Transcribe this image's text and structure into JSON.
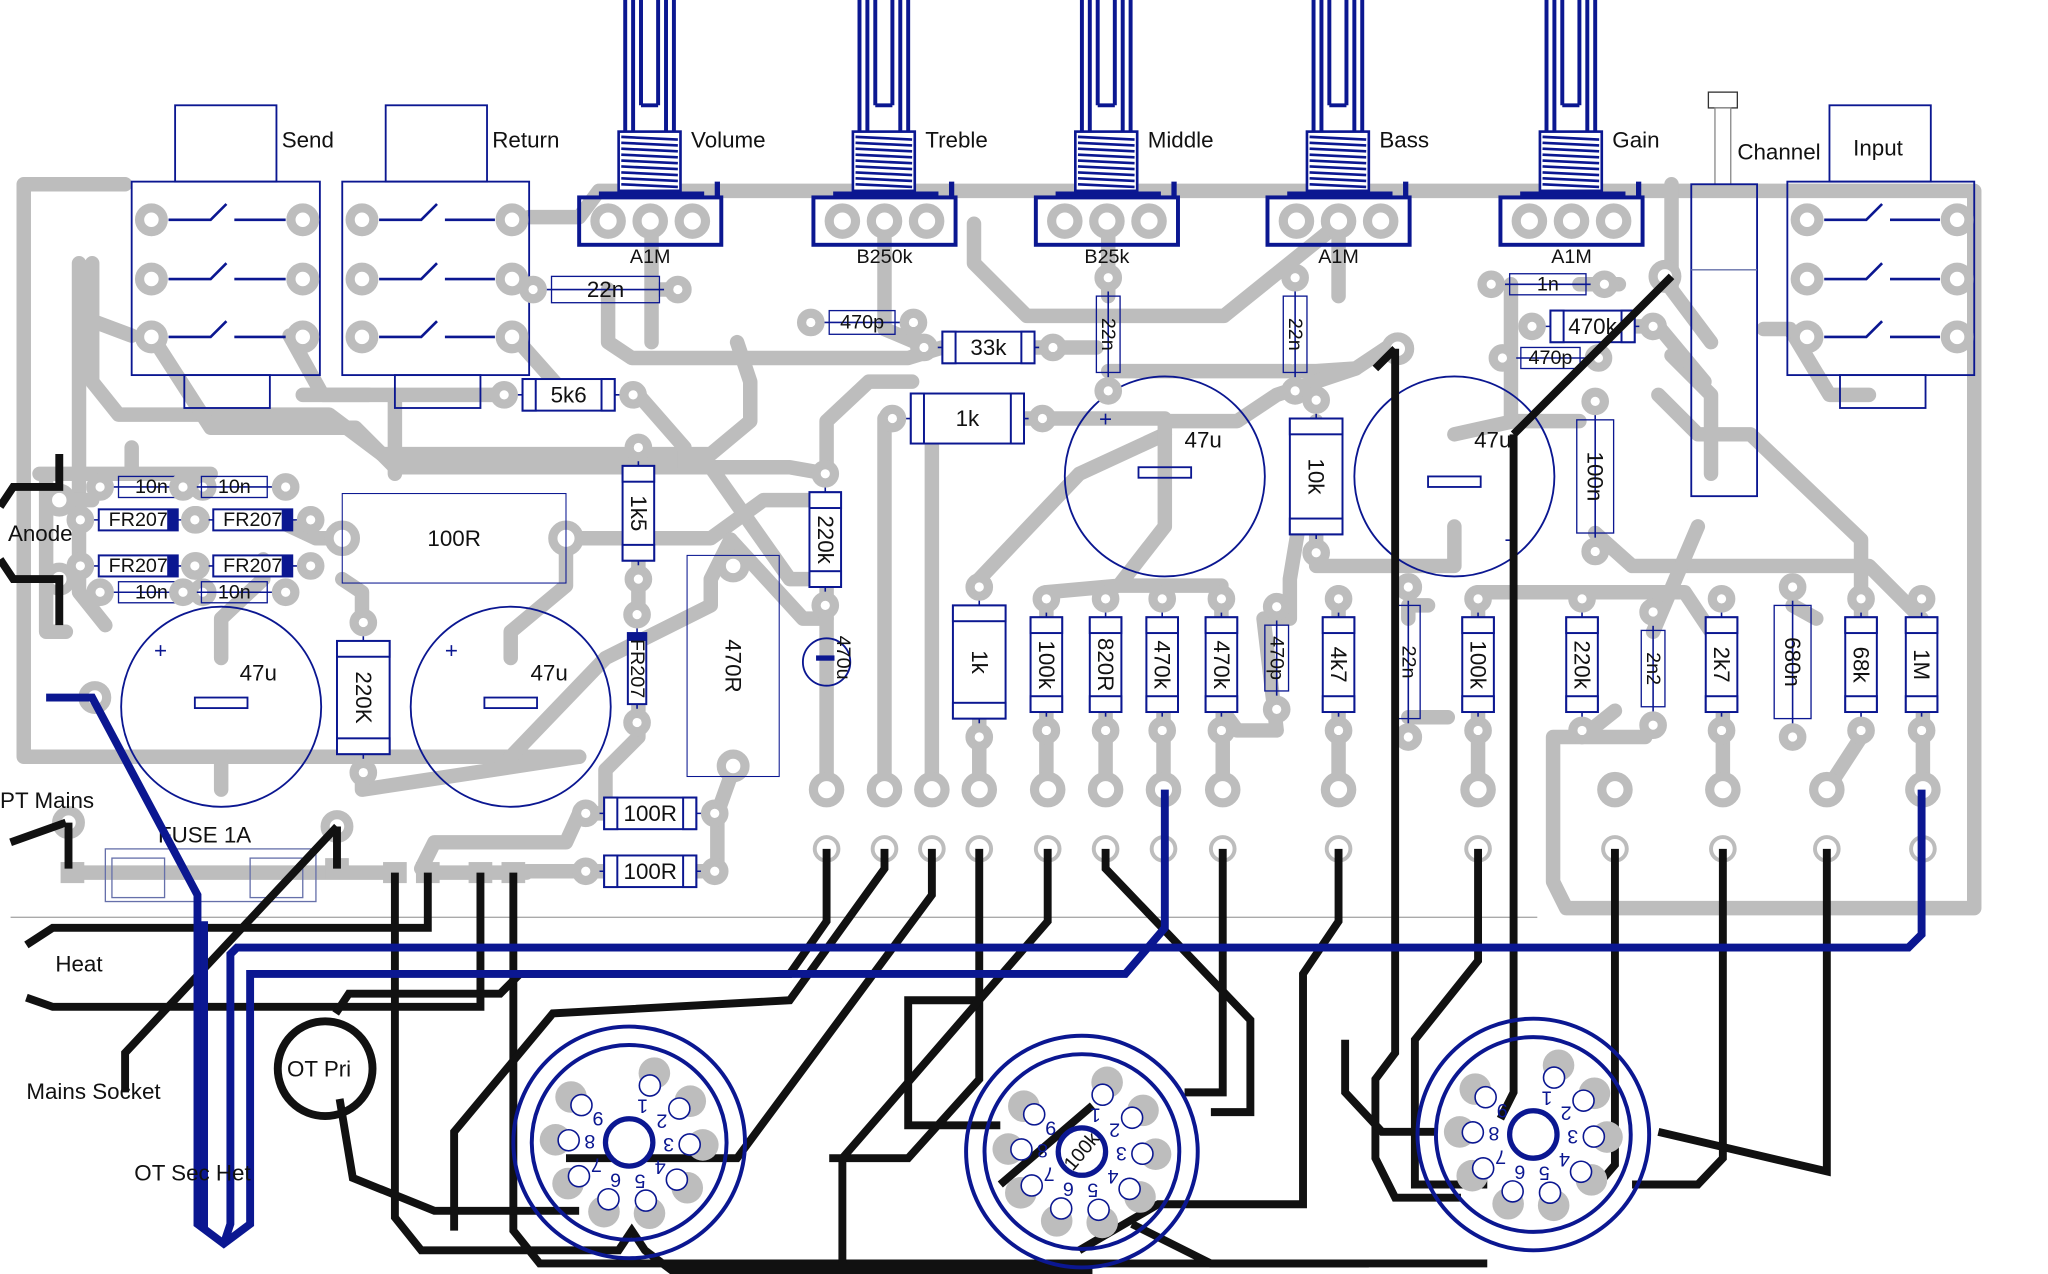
{
  "title": "Amplifier PCB layout",
  "jacks": {
    "send": "Send",
    "return": "Return",
    "input": "Input"
  },
  "switch": {
    "channel": "Channel"
  },
  "pots": [
    {
      "name": "Volume",
      "value": "A1M"
    },
    {
      "name": "Treble",
      "value": "B250k"
    },
    {
      "name": "Middle",
      "value": "B25k"
    },
    {
      "name": "Bass",
      "value": "A1M"
    },
    {
      "name": "Gain",
      "value": "A1M"
    }
  ],
  "components": [
    "22n",
    "470p",
    "33k",
    "5k6",
    "1k",
    "1n",
    "470k",
    "470p",
    "10n",
    "10n",
    "10n",
    "10n",
    "FR207",
    "FR207",
    "FR207",
    "FR207",
    "100R",
    "22n",
    "22n",
    "1k5",
    "220k",
    "10k",
    "100n",
    "220K",
    "FR207",
    "470R",
    "1k",
    "100k",
    "820R",
    "470k",
    "470k",
    "470p",
    "4k7",
    "22n",
    "100k",
    "220k",
    "2n2",
    "2k7",
    "680n",
    "68k",
    "1M",
    "100R",
    "100R"
  ],
  "capacitors": [
    "47u",
    "47u",
    "47u",
    "47u",
    "470u"
  ],
  "connections": {
    "anode": "Anode",
    "pt_mains": "PT Mains",
    "fuse": "FUSE 1A",
    "heat": "Heat",
    "mains_socket": "Mains Socket",
    "ot_pri": "OT Pri",
    "ot_sec": "OT Sec Het"
  },
  "tube_pins": [
    "1",
    "2",
    "3",
    "4",
    "5",
    "6",
    "7",
    "8",
    "9"
  ],
  "tube_center_label": "100k",
  "colors": {
    "trace": "#bdbdbd",
    "wire_black": "#111111",
    "wire_blue": "#0b1791",
    "outline": "#0b1791"
  }
}
